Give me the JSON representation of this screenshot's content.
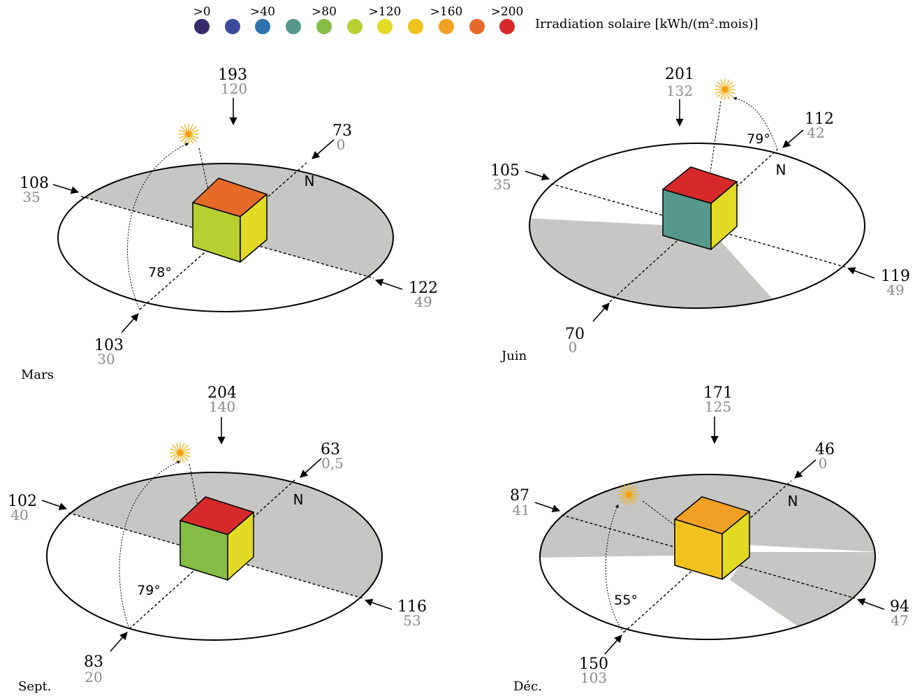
{
  "legend": {
    "title": "Irradiation solaire [kWh/(m².mois)]",
    "swatches": [
      "#3a2a6e",
      "#3b4a9c",
      "#2f72b0",
      "#55998c",
      "#84bc45",
      "#b8cf30",
      "#e2da25",
      "#f2c31e",
      "#f2a024",
      "#e66a28",
      "#d62a2a"
    ],
    "labels": [
      ">0",
      ">40",
      ">80",
      ">120",
      ">160",
      ">200"
    ]
  },
  "panels": [
    {
      "month": "Mars",
      "north": "N",
      "angle": "78°",
      "top": "193",
      "top_sub": "120",
      "nord": "73",
      "nord_sub": "0",
      "ouest": "108",
      "ouest_sub": "35",
      "est": "122",
      "est_sub": "49",
      "sud": "103",
      "sud_sub": "30",
      "colors": {
        "top": "#e66a28",
        "south": "#b8cf30",
        "east": "#e2da25"
      }
    },
    {
      "month": "Juin",
      "north": "N",
      "angle": "79°",
      "top": "201",
      "top_sub": "132",
      "nord": "112",
      "nord_sub": "42",
      "ouest": "105",
      "ouest_sub": "35",
      "est": "119",
      "est_sub": "49",
      "sud": "70",
      "sud_sub": "0",
      "colors": {
        "top": "#d62a2a",
        "south": "#55998c",
        "east": "#e2da25"
      }
    },
    {
      "month": "Sept.",
      "north": "N",
      "angle": "79°",
      "top": "204",
      "top_sub": "140",
      "nord": "63",
      "nord_sub": "0,5",
      "ouest": "102",
      "ouest_sub": "40",
      "est": "116",
      "est_sub": "53",
      "sud": "83",
      "sud_sub": "20",
      "colors": {
        "top": "#d62a2a",
        "south": "#84bc45",
        "east": "#e2da25"
      }
    },
    {
      "month": "Déc.",
      "north": "N",
      "angle": "55°",
      "top": "171",
      "top_sub": "125",
      "nord": "46",
      "nord_sub": "0",
      "ouest": "87",
      "ouest_sub": "41",
      "est": "94",
      "est_sub": "47",
      "sud": "150",
      "sud_sub": "103",
      "colors": {
        "top": "#f2a024",
        "south": "#f2c31e",
        "east": "#e2da25"
      }
    }
  ]
}
